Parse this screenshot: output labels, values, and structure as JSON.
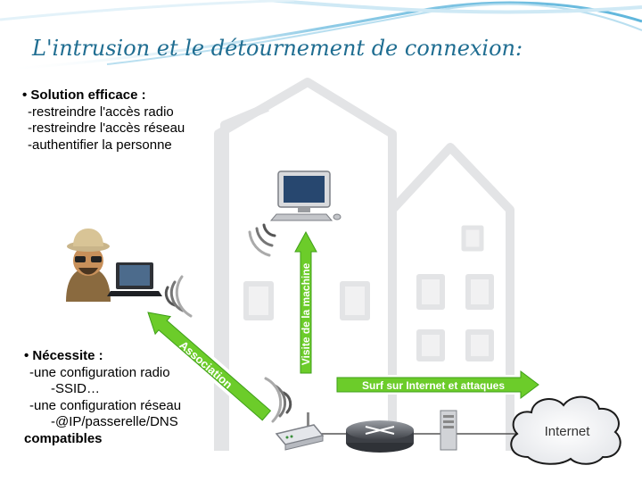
{
  "slide": {
    "title": "L'intrusion et le détournement de connexion:",
    "colors": {
      "title": "#1f6d91",
      "arrow": "#6ccc2a",
      "arrow_dark": "#3f9f19",
      "swoosh": "#9fd3e9"
    }
  },
  "bullet_solution": {
    "heading": "• Solution efficace :",
    "items": [
      "-restreindre l'accès radio",
      "-restreindre l'accès réseau",
      "-authentifier la personne"
    ]
  },
  "bullet_necessite": {
    "heading": "• Nécessite :",
    "lines": [
      "-une configuration radio",
      "-SSID…",
      "-une configuration réseau",
      "-@IP/passerelle/DNS",
      "compatibles"
    ]
  },
  "diagram": {
    "labels": {
      "visite": "Visite de la machine",
      "association": "Association",
      "surf": "Surf sur Internet et attaques",
      "internet": "Internet"
    },
    "icons": [
      "building-background",
      "desktop-computer-icon",
      "hacker-avatar-icon",
      "laptop-icon",
      "wireless-router-icon",
      "network-router-icon",
      "server-tower-icon",
      "internet-cloud-icon",
      "wifi-waves-icon"
    ]
  }
}
